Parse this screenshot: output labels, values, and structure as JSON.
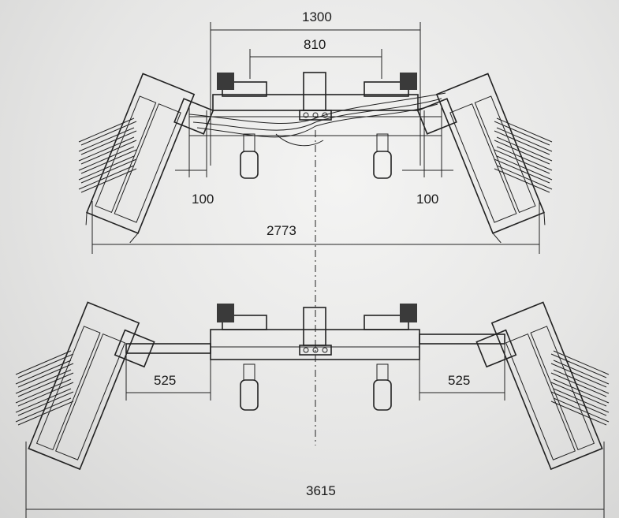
{
  "dimensions": {
    "top_frame_width": "1300",
    "top_inner_width": "810",
    "top_left_gap": "100",
    "top_right_gap": "100",
    "top_overall_width": "2773",
    "bottom_left_extension": "525",
    "bottom_right_extension": "525",
    "bottom_overall_width": "3615"
  }
}
